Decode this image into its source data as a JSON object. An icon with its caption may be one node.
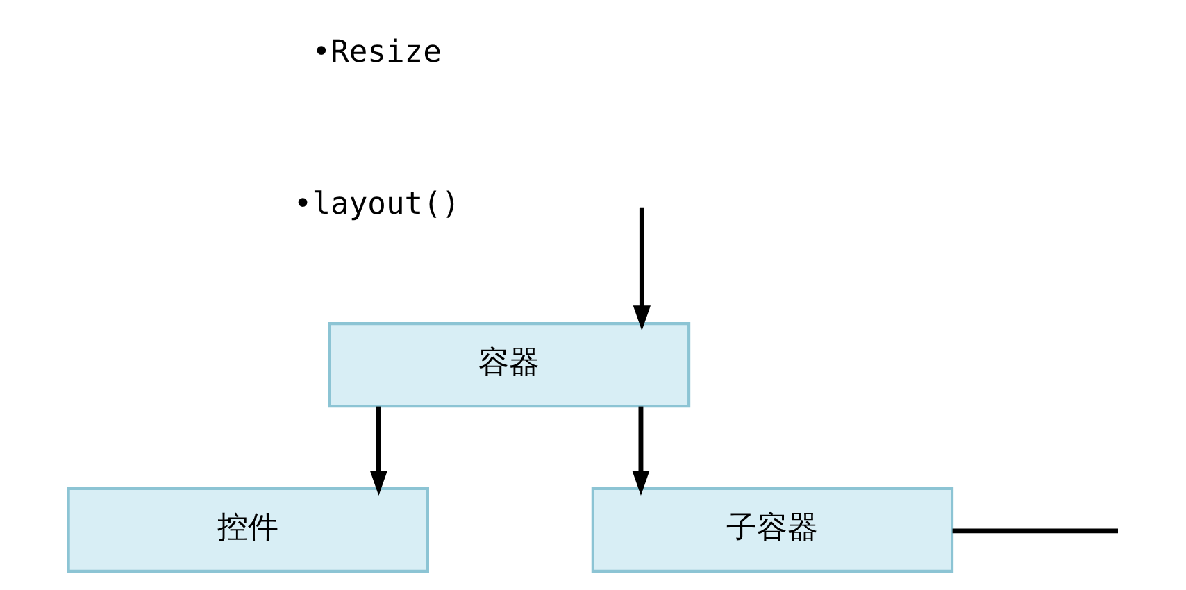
{
  "diagram": {
    "nodes": [
      {
        "text": [
          "容器"
        ]
      },
      {
        "text": [
          "控件"
        ]
      },
      {
        "text": [
          "子容器"
        ]
      }
    ],
    "edges": [
      {
        "from": null,
        "to": 0,
        "arrow": "to"
      },
      {
        "from": 0,
        "to": 1,
        "arrow": "to"
      },
      {
        "from": 0,
        "to": 2,
        "arrow": "to"
      },
      {
        "from": 2,
        "to": null,
        "arrow": "none"
      }
    ],
    "labels": [
      "•Resize",
      "•layout()"
    ]
  }
}
